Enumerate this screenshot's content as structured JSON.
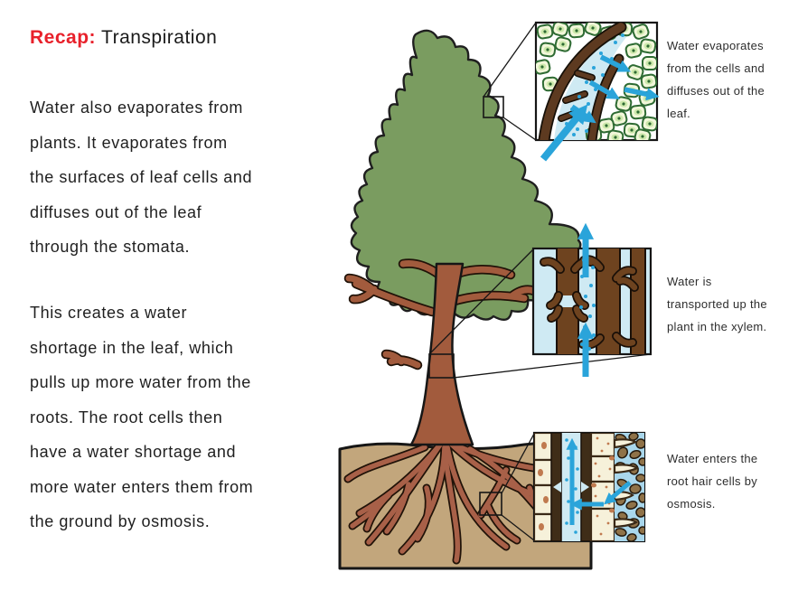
{
  "title": {
    "prefix": "Recap:",
    "main": "Transpiration"
  },
  "paragraph1": {
    "lines": [
      "Water also evaporates from",
      "plants. It evaporates from",
      "the surfaces of leaf cells and",
      "diffuses out of the leaf",
      "through the stomata."
    ]
  },
  "paragraph2": {
    "lines": [
      "This creates a water",
      "shortage in the leaf, which",
      "pulls up more water from the",
      "roots. The root cells then",
      "have a water shortage and",
      "more water enters them from",
      "the ground by osmosis."
    ]
  },
  "annotations": {
    "leaf": {
      "lines": [
        "Water evaporates",
        "from the cells and",
        "diffuses out of the",
        "leaf."
      ]
    },
    "xylem": {
      "lines": [
        "Water is",
        "transported up the",
        "plant in the xylem."
      ]
    },
    "root": {
      "lines": [
        "Water enters the",
        "root hair cells by",
        "osmosis."
      ]
    }
  },
  "figure": {
    "subject": "tree transpiration diagram",
    "insets": [
      {
        "name": "leaf-cross-section-inset"
      },
      {
        "name": "xylem-vessel-inset"
      },
      {
        "name": "root-hair-cell-inset"
      }
    ],
    "colors": {
      "title_accent": "#e8212b",
      "canopy_green": "#7a9c60",
      "trunk_brown": "#a25b3d",
      "root_brown": "#a86048",
      "soil_tan": "#c2a67c",
      "water_blue": "#cfeaf3",
      "arrow_blue": "#2aa4da"
    }
  }
}
